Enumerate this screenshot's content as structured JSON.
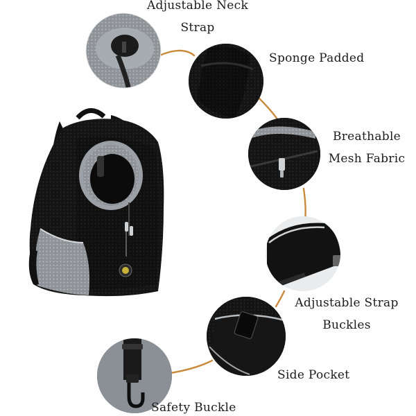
{
  "features": {
    "neck_strap": {
      "line1": "Adjustable Neck",
      "line2": "Strap",
      "icon": "drawstring-collar"
    },
    "sponge": {
      "line1": "Sponge Padded",
      "icon": "padded-panel"
    },
    "mesh": {
      "line1": "Breathable",
      "line2": "Mesh Fabric",
      "icon": "zipper-mesh"
    },
    "strap_buckles": {
      "line1": "Adjustable Strap",
      "line2": "Buckles",
      "icon": "strap-buckle"
    },
    "side_pocket": {
      "line1": "Side Pocket",
      "icon": "side-pocket"
    },
    "safety_buckle": {
      "line1": "Safety Buckle",
      "icon": "safety-clip"
    }
  },
  "product": {
    "icon": "pet-carrier-backpack"
  },
  "colors": {
    "connector": "#c98a3c",
    "fabric": "#161616",
    "mesh": "#8c9196",
    "trim": "#b9bec3",
    "text": "#1b1b1b"
  }
}
